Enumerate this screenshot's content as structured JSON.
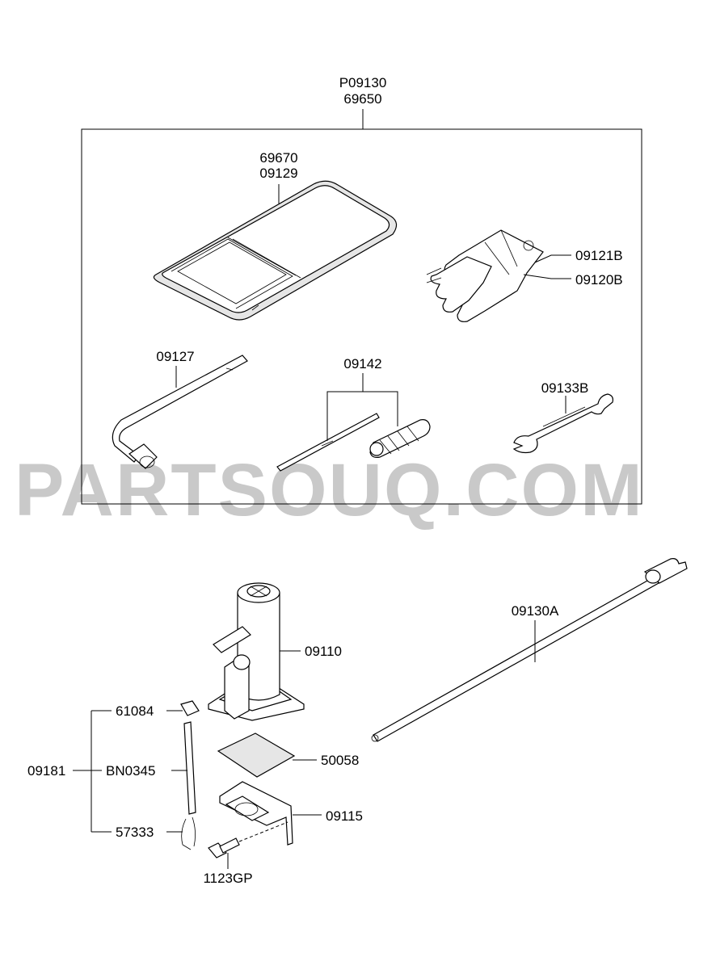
{
  "watermark": "PARTSOUQ.COM",
  "labels": {
    "kit_1": "P09130",
    "kit_2": "69650",
    "bag_1": "69670",
    "bag_2": "09129",
    "glove_1": "09121B",
    "glove_2": "09120B",
    "lug_wrench": "09127",
    "screwdriver": "09142",
    "spanner": "09133B",
    "jack_handle": "09130A",
    "jack": "09110",
    "clip_top": "61084",
    "group": "09181",
    "strap": "BN0345",
    "clip_bottom": "57333",
    "sheet": "50058",
    "bracket": "09115",
    "bolt": "1123GP"
  }
}
